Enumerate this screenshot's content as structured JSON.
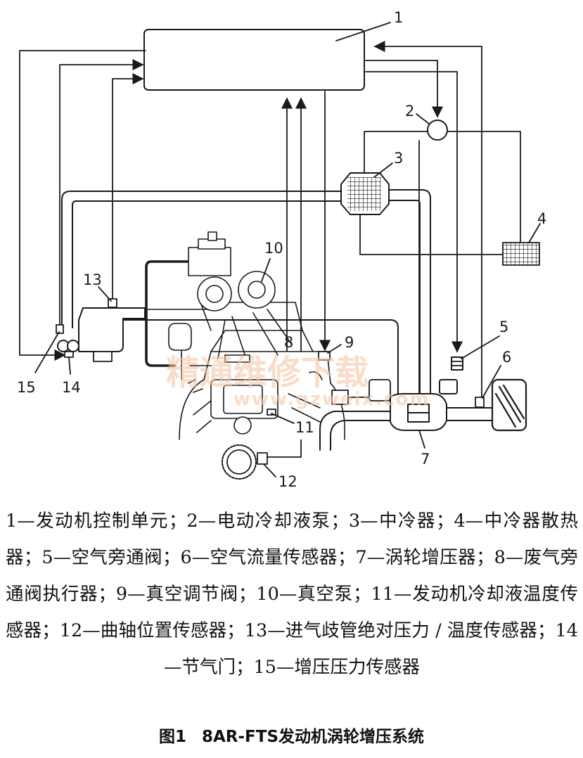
{
  "diagram": {
    "callouts": [
      "1",
      "2",
      "3",
      "4",
      "5",
      "6",
      "7",
      "8",
      "9",
      "10",
      "11",
      "12",
      "13",
      "14",
      "15"
    ],
    "watermark": {
      "chinese": "精通维修下载",
      "url": "www.gzweix.com"
    }
  },
  "legend": {
    "text": "1—发动机控制单元；2—电动冷却液泵；3—中冷器；4—中冷器散热器；5—空气旁通阀；6—空气流量传感器；7—涡轮增压器；8—废气旁通阀执行器；9—真空调节阀；10—真空泵；11—发动机冷却液温度传感器；12—曲轴位置传感器；13—进气歧管绝对压力 / 温度传感器；14—节气门；15—增压压力传感器"
  },
  "caption": {
    "number": "图1",
    "title": "8AR-FTS发动机涡轮增压系统"
  }
}
